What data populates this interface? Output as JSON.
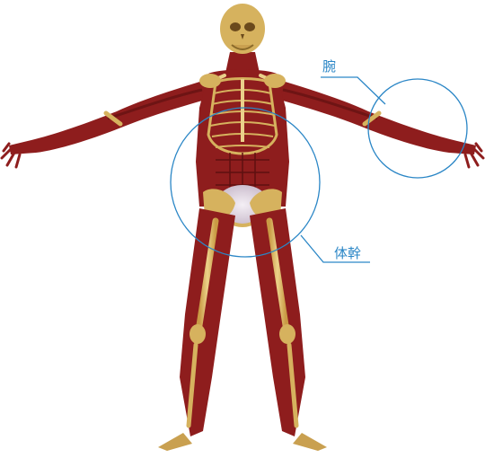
{
  "callouts": {
    "arm": {
      "label": "腕"
    },
    "trunk": {
      "label": "体幹"
    }
  },
  "colors": {
    "callout": "#2a86c6",
    "muscle": "#8e1d1d",
    "muscle_dark": "#6e1414",
    "bone": "#d6b25e",
    "bone_light": "#ead08a",
    "pelvis_glow": "#e9e2ea"
  },
  "icons": [
    "human-musculoskeletal-figure"
  ]
}
